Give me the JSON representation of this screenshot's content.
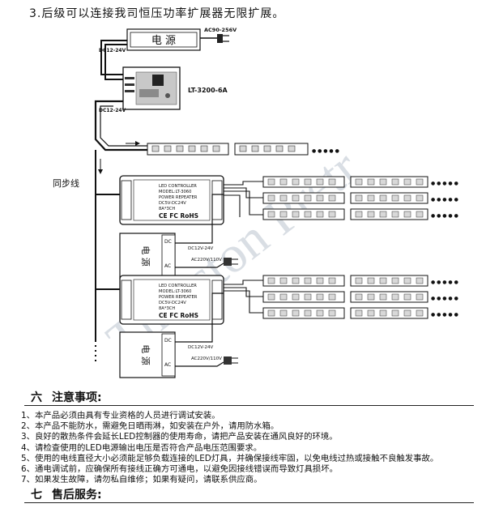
{
  "heading": "3.后级可以连接我司恒压功率扩展器无限扩展。",
  "diagram": {
    "power_label": "电 源",
    "ac_in": "AC90-256V",
    "dc_in_top": "DC12-24V",
    "dc_in_second": "DC12-24V",
    "main_controller": "LT-3200-6A",
    "sync_line": "同步线",
    "dots": "● ● ● ● ●",
    "repeater": {
      "line1": "LED CONTROLLER",
      "line2": "MODEL:LT-3060",
      "line3": "POWER REPEATER",
      "line4": "DC5V-DC24V",
      "line5": "8A*3CH",
      "marks": "CE FC RoHS"
    },
    "psu_label": "电 源",
    "psu_dc": "DC12V-24V",
    "psu_ac": "AC220V/110V",
    "psu2_dc": "DC12V-24V",
    "psu2_ac": "AC220V/110V",
    "psu_dc_tag": "DC",
    "psu_ac_tag": "AC",
    "watermark": "Thurston Pretr"
  },
  "section6": {
    "num": "六",
    "title": "注意事项:"
  },
  "notes": [
    "1、本产品必须由具有专业资格的人员进行调试安装。",
    "2、本产品不能防水，需避免日晒雨淋，如安装在户外，请用防水箱。",
    "3、良好的散热条件会延长LED控制器的使用寿命，请把产品安装在通风良好的环境。",
    "4、请检查使用的LED电源输出电压是否符合产品电压范围要求。",
    "5、使用的电线直径大小必须能足够负载连接的LED灯具，并确保接线牢固，以免电线过热或接触不良触发事故。",
    "6、通电调试前，应确保所有接线正确方可通电，以避免因接线错误而导致灯具损坏。",
    "7、如果发生故障，请勿私自维修；如果有疑问，请联系供应商。"
  ],
  "section7": {
    "num": "七",
    "title": "售后服务:"
  },
  "colors": {
    "line": "#111111",
    "led_chip": "#d8d8d8",
    "watermark": "#d9dee4"
  }
}
